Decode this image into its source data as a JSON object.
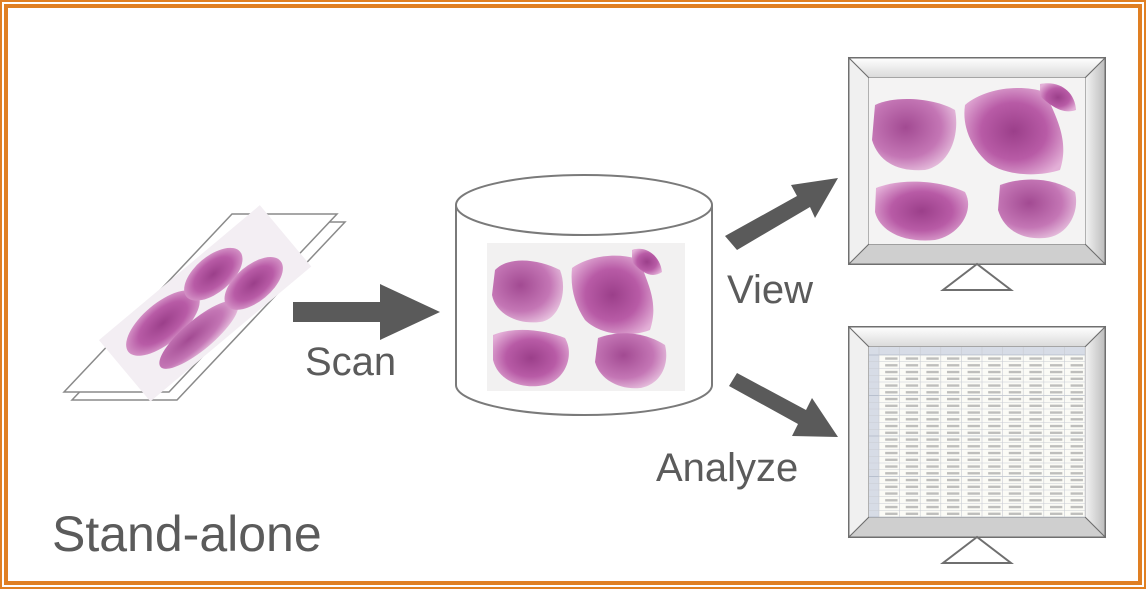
{
  "labels": {
    "scan": "Scan",
    "view": "View",
    "analyze": "Analyze",
    "mode": "Stand-alone"
  },
  "colors": {
    "frame": "#e07f22",
    "arrow": "#5a5a5a",
    "text": "#5b5b5b",
    "tissue": "#b24d9a",
    "tissue_light": "#e6a9d6"
  },
  "icons": {
    "slide": "glass-slide-icon",
    "storage": "database-cylinder-icon",
    "viewer": "monitor-icon",
    "analysis": "spreadsheet-monitor-icon"
  }
}
